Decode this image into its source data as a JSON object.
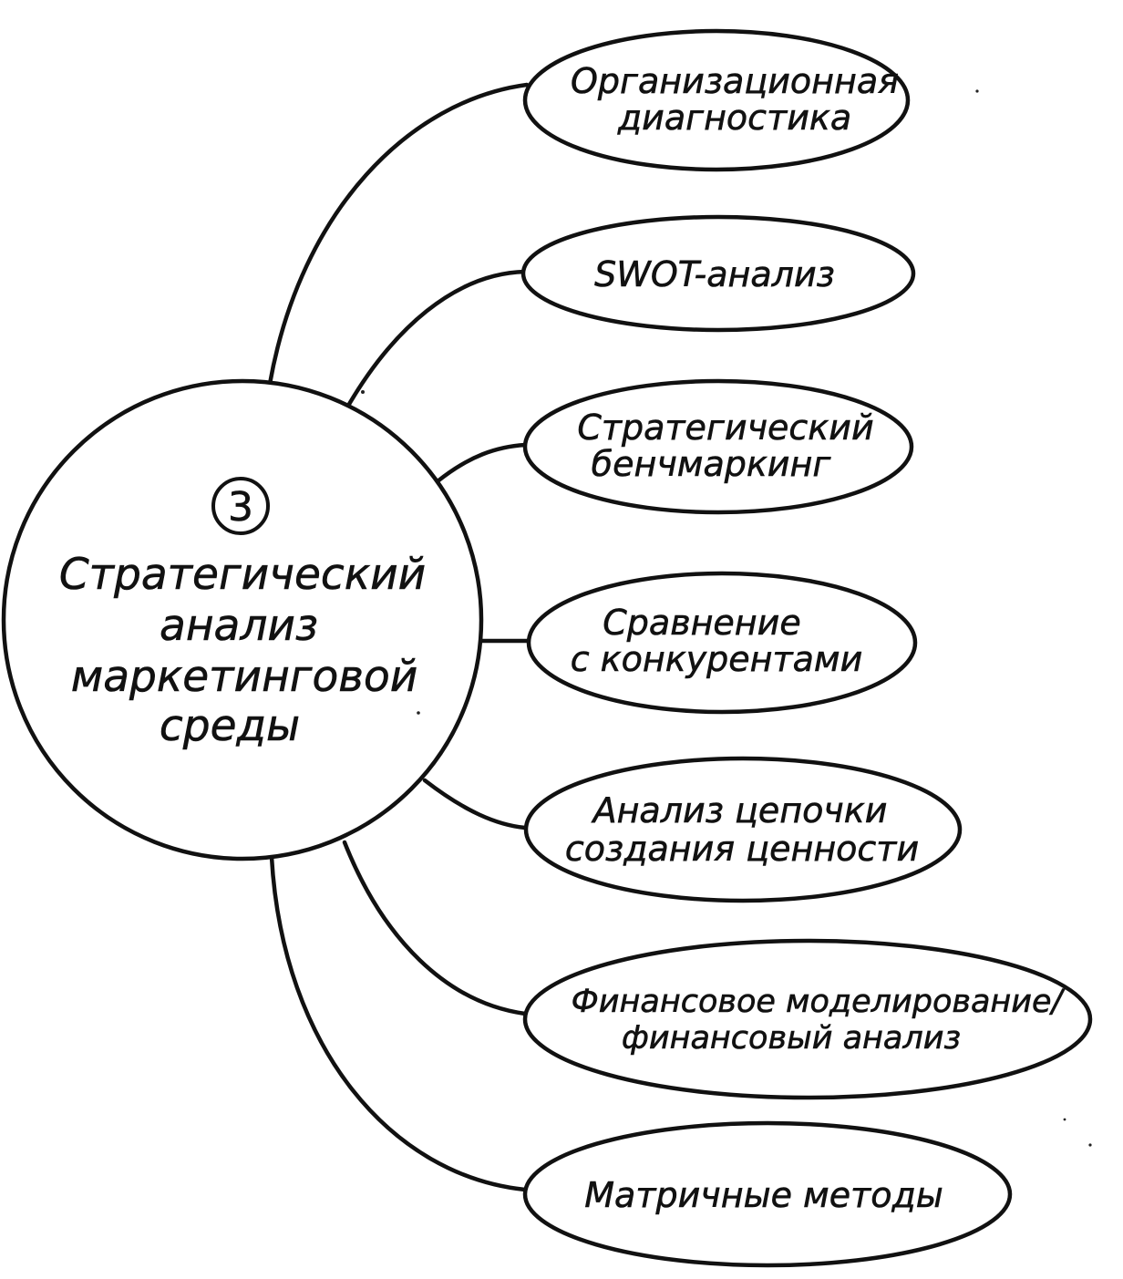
{
  "hub": {
    "number": "3",
    "lines": [
      "Стратегический",
      "анализ",
      "маркетинговой",
      "среды"
    ]
  },
  "nodes": [
    {
      "lines": [
        "Организационная",
        "диагностика"
      ]
    },
    {
      "lines": [
        "SWOT-анализ"
      ]
    },
    {
      "lines": [
        "Стратегический",
        "бенчмаркинг"
      ]
    },
    {
      "lines": [
        "Сравнение",
        "с конкурентами"
      ]
    },
    {
      "lines": [
        "Анализ цепочки",
        "создания ценности"
      ]
    },
    {
      "lines": [
        "Финансовое моделирование/",
        "финансовый анализ"
      ]
    },
    {
      "lines": [
        "Матричные методы"
      ]
    }
  ]
}
